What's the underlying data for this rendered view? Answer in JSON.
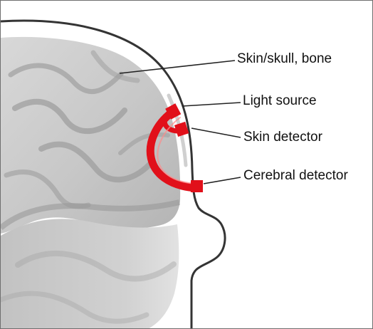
{
  "labels": {
    "skull": "Skin/skull, bone",
    "light_source": "Light source",
    "skin_detector": "Skin detector",
    "cerebral_detector": "Cerebral detector"
  },
  "colors": {
    "brain_fill": "#cfcfcf",
    "brain_fold": "#8b8b8b",
    "head_outline": "#343434",
    "sensor": "#e1101a",
    "light_path": "#e1101a",
    "leader_line": "#222222"
  },
  "icons": {
    "light_source": "red-square-sensor",
    "skin_detector": "red-square-sensor",
    "cerebral_detector": "red-square-sensor"
  }
}
